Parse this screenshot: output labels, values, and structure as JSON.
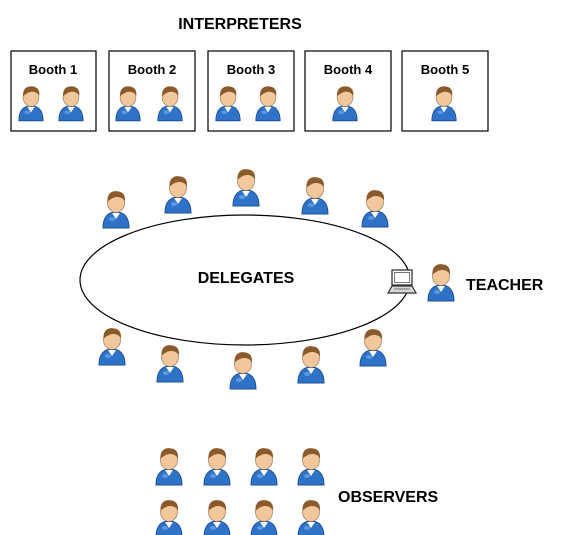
{
  "interpreters_label": "INTERPRETERS",
  "booths": [
    {
      "label": "Booth 1",
      "interpreters": 2
    },
    {
      "label": "Booth 2",
      "interpreters": 2
    },
    {
      "label": "Booth 3",
      "interpreters": 2
    },
    {
      "label": "Booth 4",
      "interpreters": 1
    },
    {
      "label": "Booth 5",
      "interpreters": 1
    }
  ],
  "table_label": "DELEGATES",
  "delegates_count": 10,
  "teacher_label": "TEACHER",
  "observers_label": "OBSERVERS",
  "observers_count": 8,
  "icons": {
    "person": "person-icon",
    "laptop": "laptop-icon"
  },
  "colors": {
    "hair": "#8a5a2b",
    "skin": "#f2c79c",
    "shirt": "#2f73c9",
    "outline": "#000000"
  }
}
